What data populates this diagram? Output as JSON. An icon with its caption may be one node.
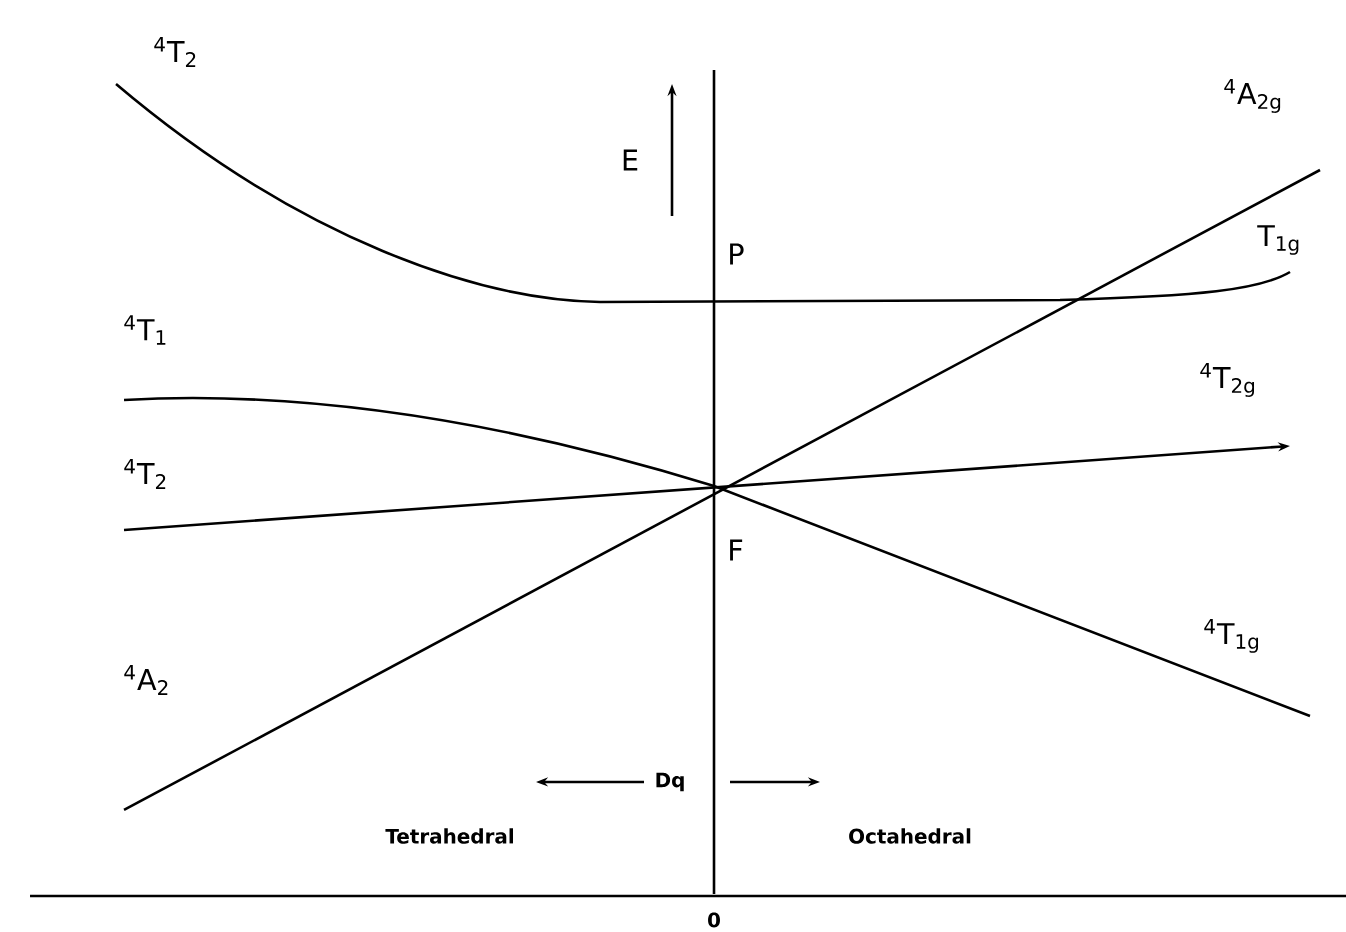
{
  "diagram": {
    "labels": [
      "$^{4}$T$_{2}$",
      "E",
      "$^{4}$A$_{2g}$",
      "P",
      "T$_{1g}$",
      "$^{4}$T$_{1}$",
      "$^{4}$T$_{2g}$",
      "$^{4}$T$_{2}$",
      "F",
      "$^{4}$T$_{1g}$",
      "$^{4}$A$_{2}$",
      "Dq",
      "Tetrahedral",
      "Octahedral",
      "0"
    ]
  }
}
